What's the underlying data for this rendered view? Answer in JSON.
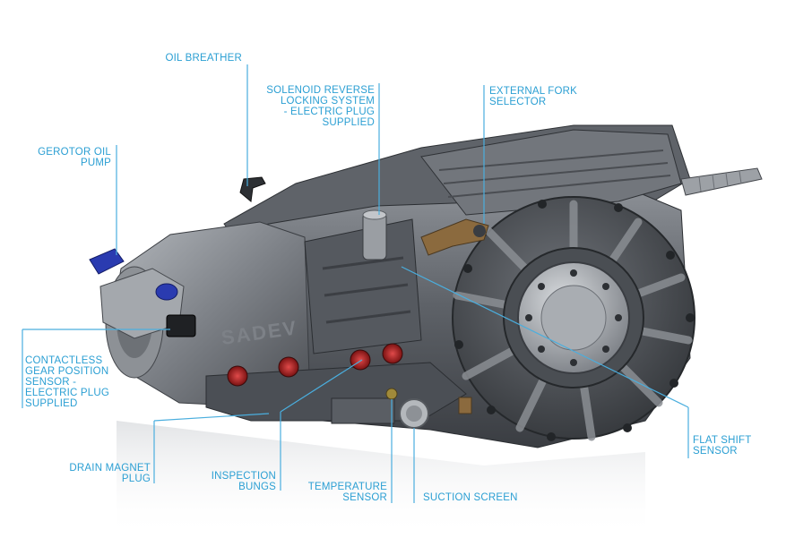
{
  "labels": {
    "oil_breather": "OIL BREATHER",
    "solenoid_reverse": "SOLENOID REVERSE\nLOCKING SYSTEM\n-  ELECTRIC PLUG\nSUPPLIED",
    "external_fork_selector": "EXTERNAL FORK\nSELECTOR",
    "gerotor_oil_pump": "GEROTOR OIL\nPUMP",
    "contactless_sensor": "CONTACTLESS\nGEAR POSITION\nSENSOR -\nELECTRIC PLUG\nSUPPLIED",
    "drain_magnet_plug": "DRAIN MAGNET\nPLUG",
    "inspection_bungs": "INSPECTION\nBUNGS",
    "temperature_sensor": "TEMPERATURE\nSENSOR",
    "suction_screen": "SUCTION SCREEN",
    "flat_shift_sensor": "FLAT SHIFT\nSENSOR"
  },
  "casting_text": "SADEV",
  "colors": {
    "label_blue": "#2b9fd3",
    "casing_grey": "#6b6f75",
    "bung_red": "#c0282b",
    "fitting_blue": "#2a3bb0"
  }
}
